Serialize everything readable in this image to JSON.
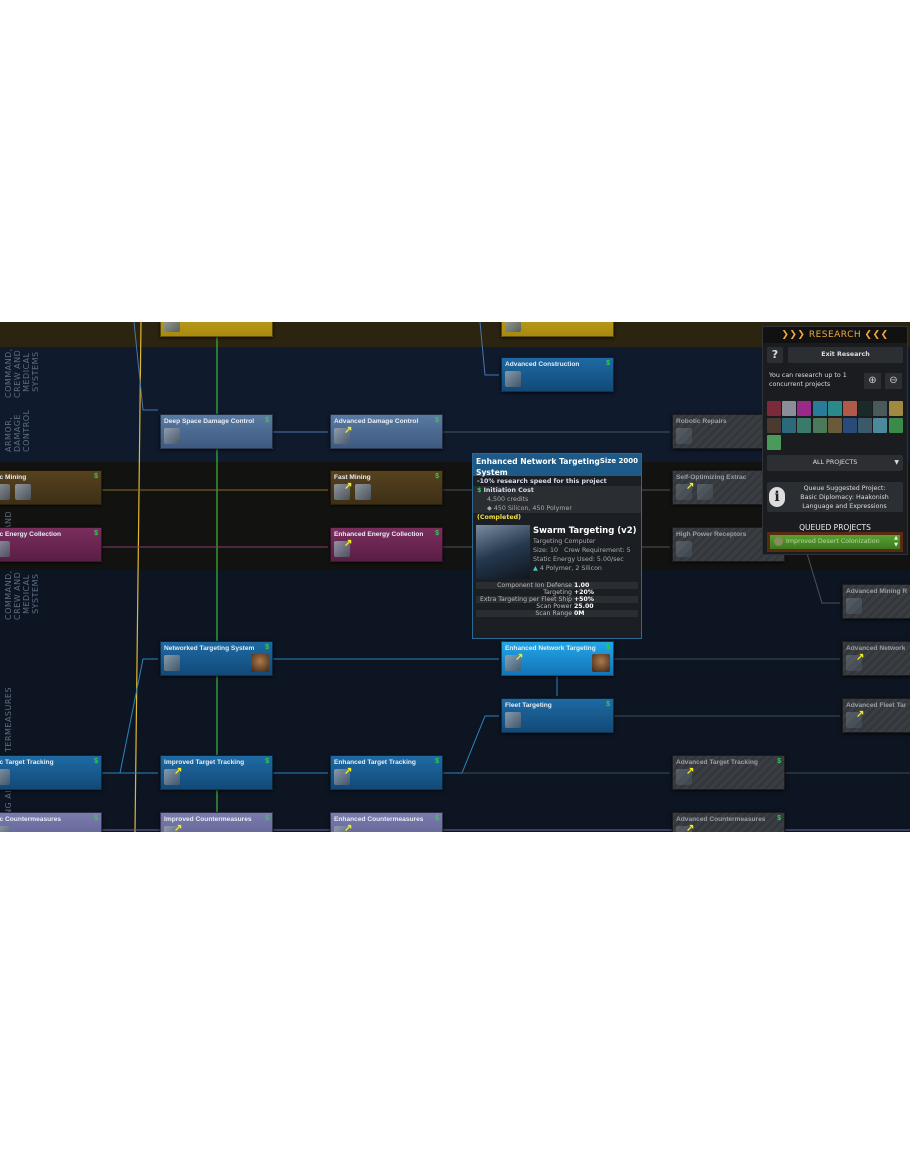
{
  "lanes": {
    "command1": "COMMAND,\nCREW AND\n  MEDICAL\n  SYSTEMS",
    "armor": "ARMOR,\nDAMAGE\nCONTROL",
    "and": "AND",
    "command2": "COMMAND,\nCREW AND\n  MEDICAL\n  SYSTEMS",
    "countermeasures": "TERMEASURES",
    "ng": "NG AI"
  },
  "nodes": [
    {
      "label": "",
      "color": "yellow",
      "state": "completed"
    },
    {
      "label": "",
      "color": "yellow",
      "state": "completed"
    },
    {
      "label": "Advanced Construction",
      "color": "blue",
      "state": "completed",
      "upgrade": false
    },
    {
      "label": "Deep Space Damage Control",
      "color": "steel",
      "state": "completed"
    },
    {
      "label": "Advanced Damage Control",
      "color": "steel",
      "state": "completed",
      "upgrade": true
    },
    {
      "label": "Robotic Repairs",
      "color": "grey",
      "state": "locked"
    },
    {
      "label": "sic Mining",
      "color": "brown",
      "state": "completed",
      "icons": 2
    },
    {
      "label": "Fast Mining",
      "color": "brown",
      "state": "completed",
      "upgrade": true,
      "icons": 2
    },
    {
      "label": "Self-Optimizing Extrac",
      "color": "grey",
      "state": "locked",
      "upgrade": true,
      "icons": 2
    },
    {
      "label": "sic Energy Collection",
      "color": "mag",
      "state": "completed"
    },
    {
      "label": "Enhanced Energy Collection",
      "color": "mag",
      "state": "completed",
      "upgrade": true
    },
    {
      "label": "High Power Receptors",
      "color": "grey",
      "state": "locked"
    },
    {
      "label": "Advanced Mining R",
      "color": "grey",
      "state": "locked"
    },
    {
      "label": "Networked Targeting System",
      "color": "blue",
      "state": "completed",
      "leader": true
    },
    {
      "label": "Enhanced Network Targeting",
      "color": "bright",
      "state": "selected",
      "upgrade": true,
      "leader": true
    },
    {
      "label": "Advanced Network",
      "color": "grey",
      "state": "locked",
      "upgrade": true
    },
    {
      "label": "Fleet Targeting",
      "color": "blue",
      "state": "completed"
    },
    {
      "label": "Advanced Fleet Tar",
      "color": "grey",
      "state": "locked",
      "upgrade": true
    },
    {
      "label": "sic Target Tracking",
      "color": "blue",
      "state": "completed"
    },
    {
      "label": "Improved Target Tracking",
      "color": "blue",
      "state": "completed",
      "upgrade": true
    },
    {
      "label": "Enhanced Target Tracking",
      "color": "blue",
      "state": "completed",
      "upgrade": true
    },
    {
      "label": "Advanced Target Tracking",
      "color": "grey",
      "state": "locked",
      "upgrade": true
    },
    {
      "label": "sic Countermeasures",
      "color": "purple",
      "state": "completed"
    },
    {
      "label": "Improved Countermeasures",
      "color": "purple",
      "state": "completed",
      "upgrade": true
    },
    {
      "label": "Enhanced Countermeasures",
      "color": "purple",
      "state": "completed",
      "upgrade": true
    },
    {
      "label": "Advanced Countermeasures",
      "color": "grey",
      "state": "locked",
      "upgrade": true
    }
  ],
  "tooltip": {
    "title": "Enhanced Network Targeting System",
    "size": "Size 2000",
    "speed_note": "-10% research speed for this project",
    "cost_label": "Initiation Cost",
    "credits": "4,500 credits",
    "resources": "450 Silicon, 450 Polymer",
    "status": "(Completed)",
    "component": {
      "name": "Swarm Targeting (v2)",
      "type": "Targeting Computer",
      "size": "Size: 10",
      "crew": "Crew Requirement: 5",
      "energy": "Static Energy Used: 5.00/sec",
      "materials": "4 Polymer, 2 Silicon"
    },
    "stats": [
      {
        "k": "Component Ion Defense",
        "v": "1.00"
      },
      {
        "k": "Targeting",
        "v": "+20%"
      },
      {
        "k": "Extra Targeting per Fleet Ship",
        "v": "+50%"
      },
      {
        "k": "Scan Power",
        "v": "25.00"
      },
      {
        "k": "Scan Range",
        "v": "0M"
      }
    ]
  },
  "panel": {
    "title": "RESEARCH",
    "help": "?",
    "exit": "Exit Research",
    "concurrent": "You can research up to 1 concurrent projects",
    "zoom_in": "⊕",
    "zoom_out": "⊖",
    "categories": [
      "#7a2a3a",
      "#8a8e98",
      "#9a2a8a",
      "#2a7a9a",
      "#2a8a8a",
      "#b05a4a",
      "#1a2a2a",
      "#4a5a5a",
      "#a08a40",
      "#4a3a30",
      "#2a6a7a",
      "#3a7a6a",
      "#4a7a5a",
      "#6a5a3a",
      "#2a4a7a",
      "#3a5a6a",
      "#4a8a9a",
      "#3a8a4a",
      "#4a9a5a"
    ],
    "filter": "ALL PROJECTS",
    "suggest_label": "Queue Suggested Project:",
    "suggest_project": "Basic Diplomacy: Haakonish Language and Expressions",
    "queued_label": "QUEUED PROJECTS",
    "queued": [
      "Improved Desert Colonization"
    ]
  }
}
